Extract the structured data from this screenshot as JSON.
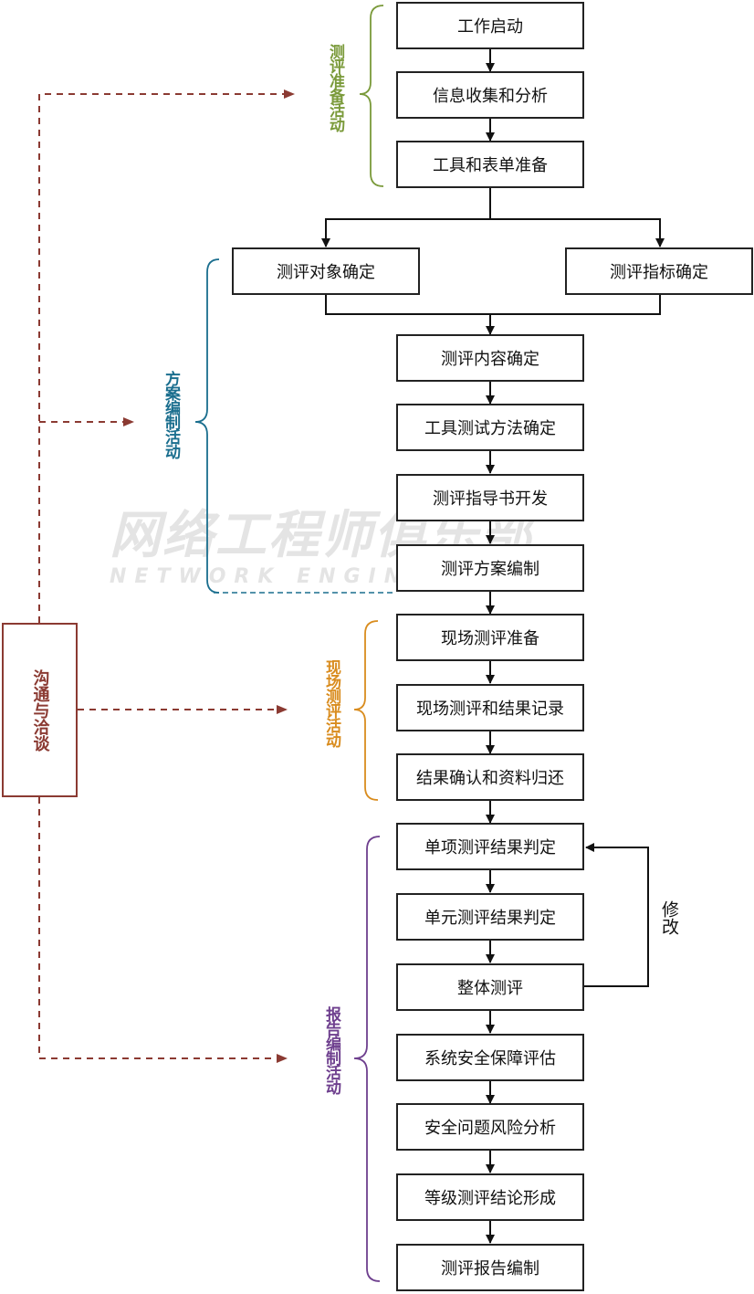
{
  "watermark": {
    "cn": "网络工程师俱乐部",
    "en": "NETWORK ENGINEER CLUB"
  },
  "communication": {
    "label": "沟通与洽谈",
    "color": "#8b3a32"
  },
  "phases": [
    {
      "label": "测评准备活动",
      "color": "#7a9a3a"
    },
    {
      "label": "方案编制活动",
      "color": "#1a6e8e"
    },
    {
      "label": "现场测评活动",
      "color": "#d98c1e"
    },
    {
      "label": "报告编制活动",
      "color": "#6e3f8e"
    }
  ],
  "steps": {
    "s1": "工作启动",
    "s2": "信息收集和分析",
    "s3": "工具和表单准备",
    "s4a": "测评对象确定",
    "s4b": "测评指标确定",
    "s5": "测评内容确定",
    "s6": "工具测试方法确定",
    "s7": "测评指导书开发",
    "s8": "测评方案编制",
    "s9": "现场测评准备",
    "s10": "现场测评和结果记录",
    "s11": "结果确认和资料归还",
    "s12": "单项测评结果判定",
    "s13": "单元测评结果判定",
    "s14": "整体测评",
    "s15": "系统安全保障评估",
    "s16": "安全问题风险分析",
    "s17": "等级测评结论形成",
    "s18": "测评报告编制"
  },
  "feedback": {
    "label": "修改"
  }
}
